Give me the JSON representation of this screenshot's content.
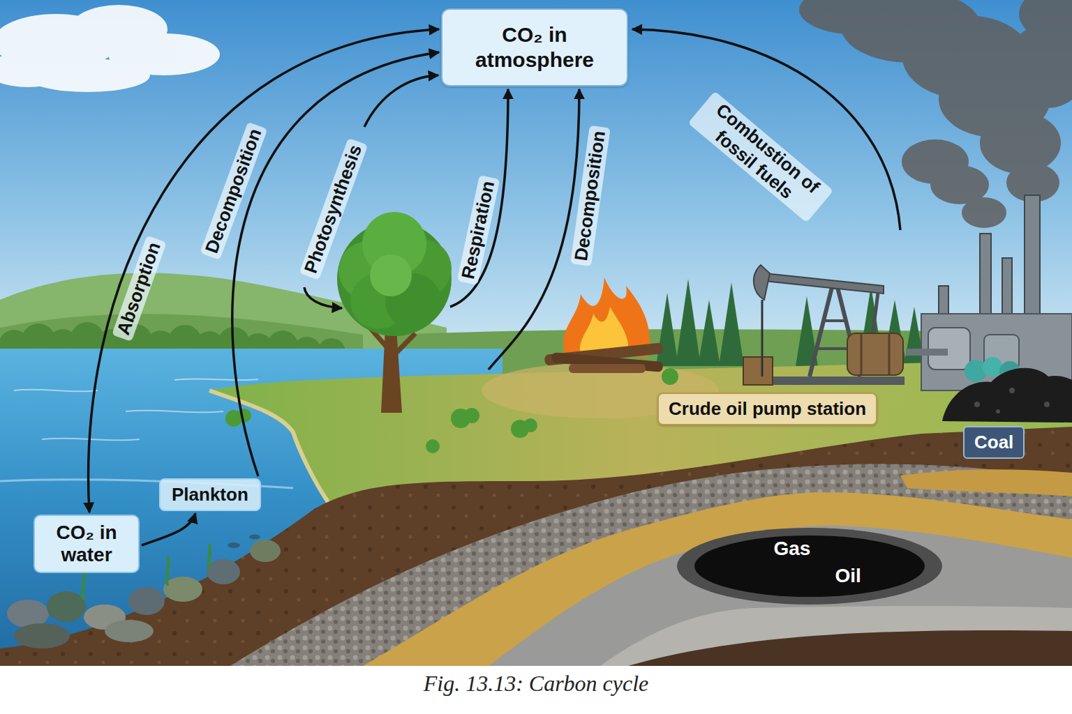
{
  "diagram": {
    "caption": "Fig. 13.13: Carbon cycle",
    "nodes": [
      {
        "text": [
          "CO₂ in atmosphere"
        ]
      },
      {
        "text": [
          "Plankton"
        ]
      },
      {
        "text": [
          "CO₂ in water"
        ]
      },
      {
        "text": [
          "Crude oil pump station"
        ]
      },
      {
        "text": [
          "Coal"
        ]
      }
    ],
    "edges": [
      {
        "from": 2,
        "to": 0,
        "arrow": "both",
        "label": "Absorption"
      },
      {
        "from": 1,
        "to": 0,
        "arrow": "to",
        "label": "Decomposition"
      },
      {
        "from": 2,
        "to": 1,
        "arrow": "to"
      }
    ],
    "labels": [
      "Photosynthesis",
      "Respiration",
      "Decomposition",
      "Combustion of fossil fuels",
      "Gas",
      "Oil"
    ]
  }
}
